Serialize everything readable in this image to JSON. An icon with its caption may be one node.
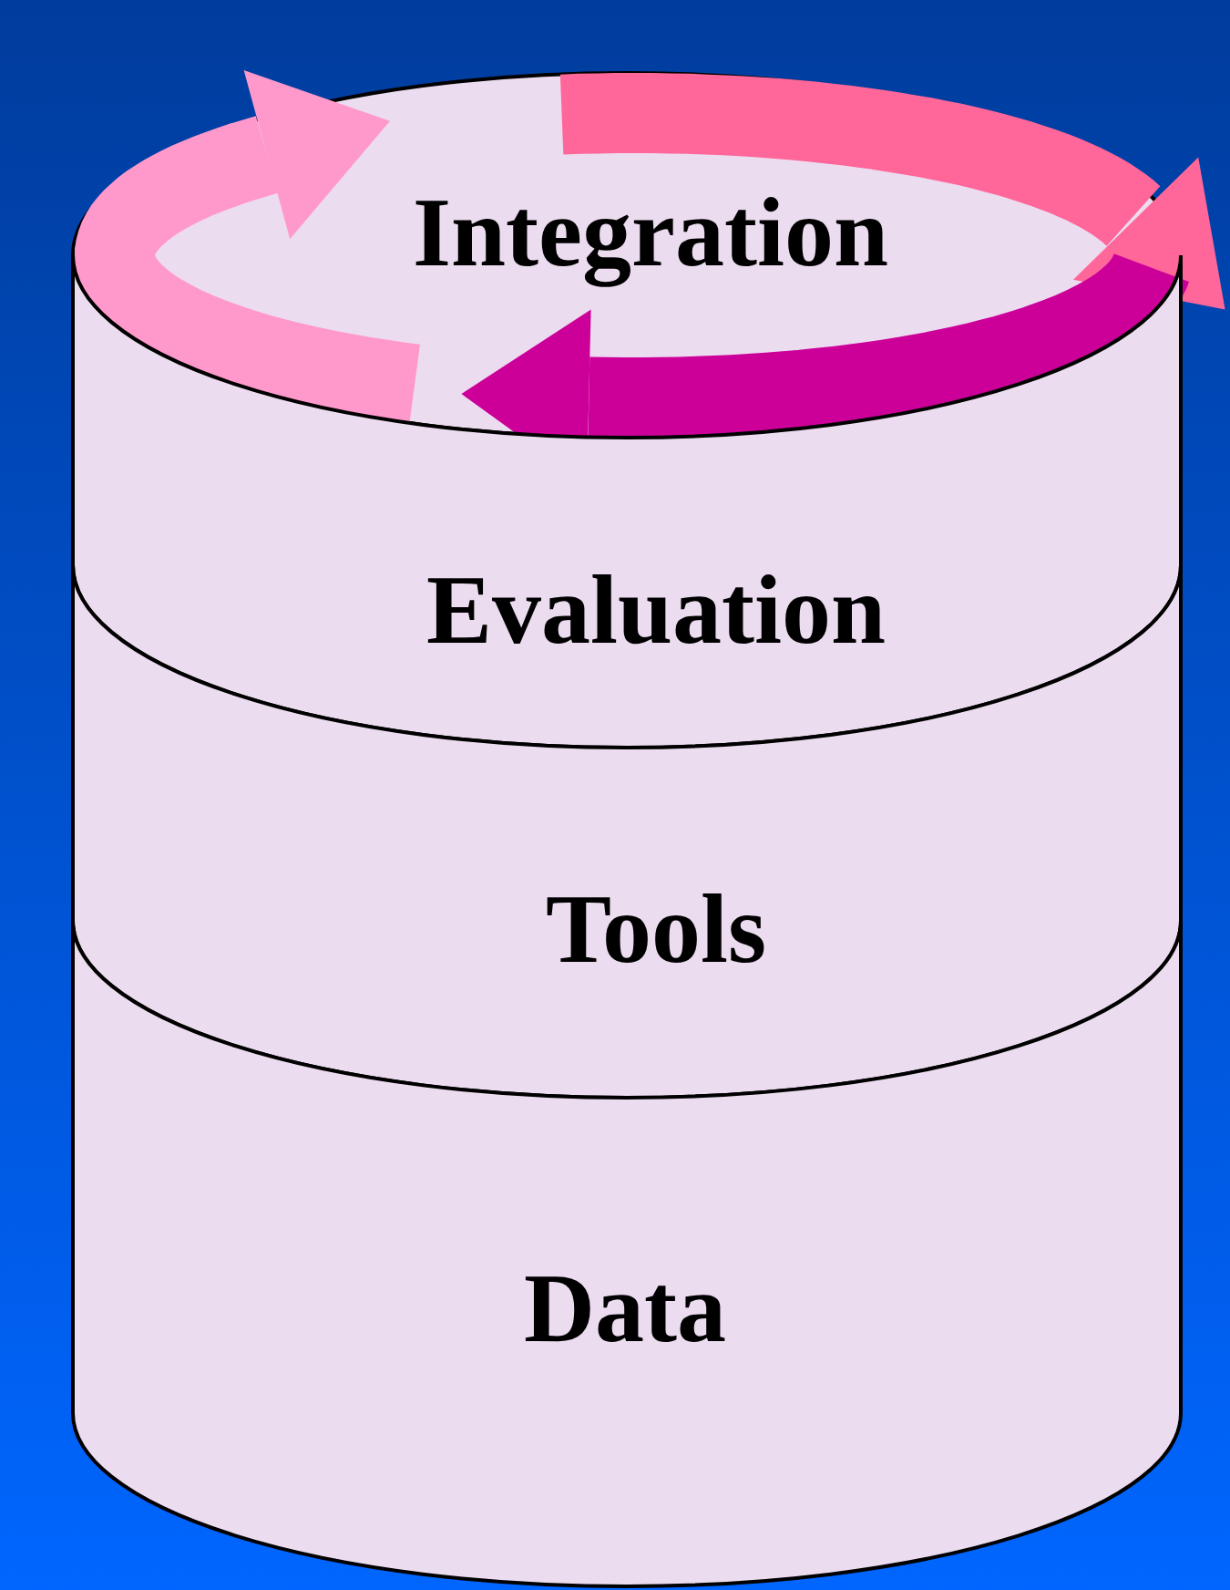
{
  "diagram": {
    "nodes": [
      {
        "text": [
          "Integration"
        ]
      },
      {
        "text": [
          "Evaluation"
        ]
      },
      {
        "text": [
          "Tools"
        ]
      },
      {
        "text": [
          "Data"
        ]
      }
    ],
    "edges": []
  }
}
